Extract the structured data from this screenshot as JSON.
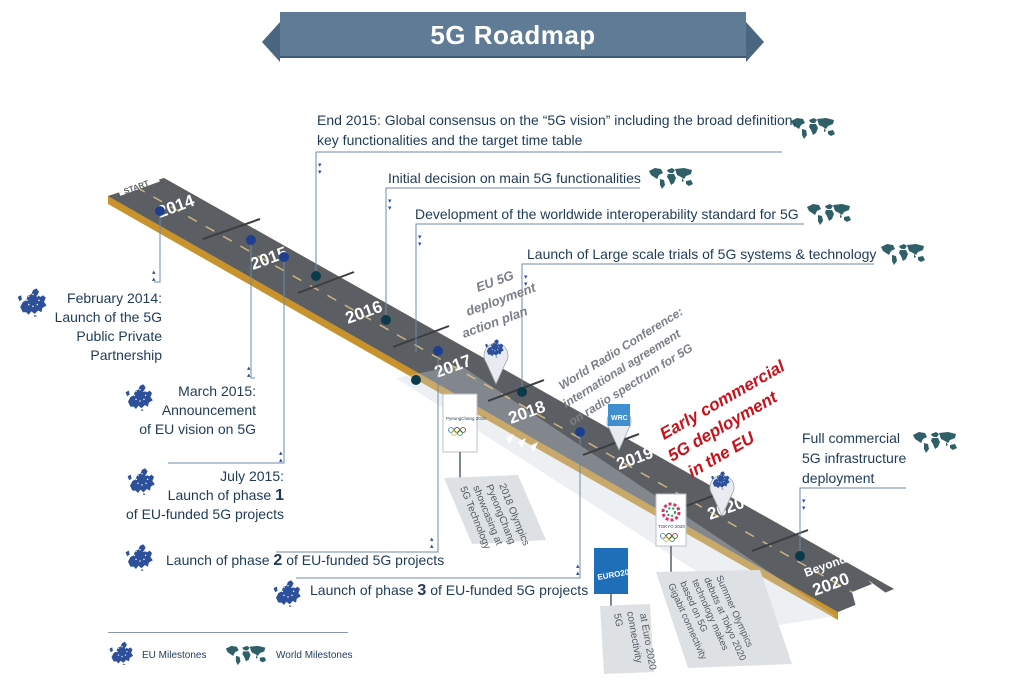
{
  "title": "5G Roadmap",
  "road": {
    "start_label": "START",
    "years": [
      "2014",
      "2015",
      "2016",
      "2017",
      "2018",
      "2019",
      "2020"
    ],
    "beyond_line1": "Beyond",
    "beyond_line2": "2020"
  },
  "world_milestones": [
    {
      "lines": [
        "End 2015: Global consensus on the “5G vision” including the broad definition,",
        "key functionalities and the target time table"
      ]
    },
    {
      "lines": [
        "Initial decision on main 5G functionalities"
      ]
    },
    {
      "lines": [
        "Development of the worldwide interoperability standard for 5G"
      ]
    },
    {
      "lines": [
        "Launch of Large scale trials of 5G systems & technology"
      ]
    },
    {
      "lines": [
        "Full commercial",
        "5G infrastructure",
        "deployment"
      ]
    }
  ],
  "eu_milestones": [
    {
      "lines": [
        "February 2014:",
        "Launch of the 5G",
        "Public Private",
        "Partnership"
      ]
    },
    {
      "lines": [
        "March 2015:",
        "Announcement",
        "of EU vision on 5G"
      ]
    },
    {
      "pre": "July 2015:",
      "line2_pre": "Launch of phase ",
      "num": "1",
      "line3": "of EU-funded 5G projects"
    },
    {
      "pre": "Launch of phase ",
      "num": "2",
      "post": " of EU-funded 5G projects"
    },
    {
      "pre": "Launch of phase ",
      "num": "3",
      "post": " of EU-funded 5G projects"
    }
  ],
  "road_labels": {
    "eu_action_plan": [
      "EU 5G",
      "deployment",
      "action plan"
    ],
    "wrc": [
      "World Radio Conference:",
      "international agreement",
      "on radio spectrum for 5G"
    ],
    "early_commercial": [
      "Early commercial",
      "5G deployment",
      "in the EU"
    ]
  },
  "signs": {
    "pyeongchang": [
      "5G Technology",
      "showcasing at",
      "PyeongChang",
      "2018 Olympics"
    ],
    "pyeongchang_logo": "PyeongChang 2018",
    "euro": [
      "5G",
      "connectivity",
      "at Euro 2020"
    ],
    "euro_logo": "EURO2020",
    "tokyo": [
      "Gigabit connectivity",
      "based on 5G",
      "technology makes",
      "debuts at Tokyo 2020",
      "Summer Olympics"
    ],
    "tokyo_logo": "TOKYO 2020",
    "wrc_logo": "WRC"
  },
  "legend": {
    "eu": "EU Milestones",
    "world": "World Milestones"
  },
  "colors": {
    "road": "#5b5e62",
    "road_edge": "#c8922c",
    "banner": "#5f7b96",
    "text": "#1f3a57",
    "eu_blue": "#2e4f9a",
    "world_teal": "#2f6068",
    "pin_dark": "#0c3a48",
    "pin_blue": "#1e3f8f",
    "red": "#c8121b",
    "sign_grey": "#dde1e4"
  }
}
